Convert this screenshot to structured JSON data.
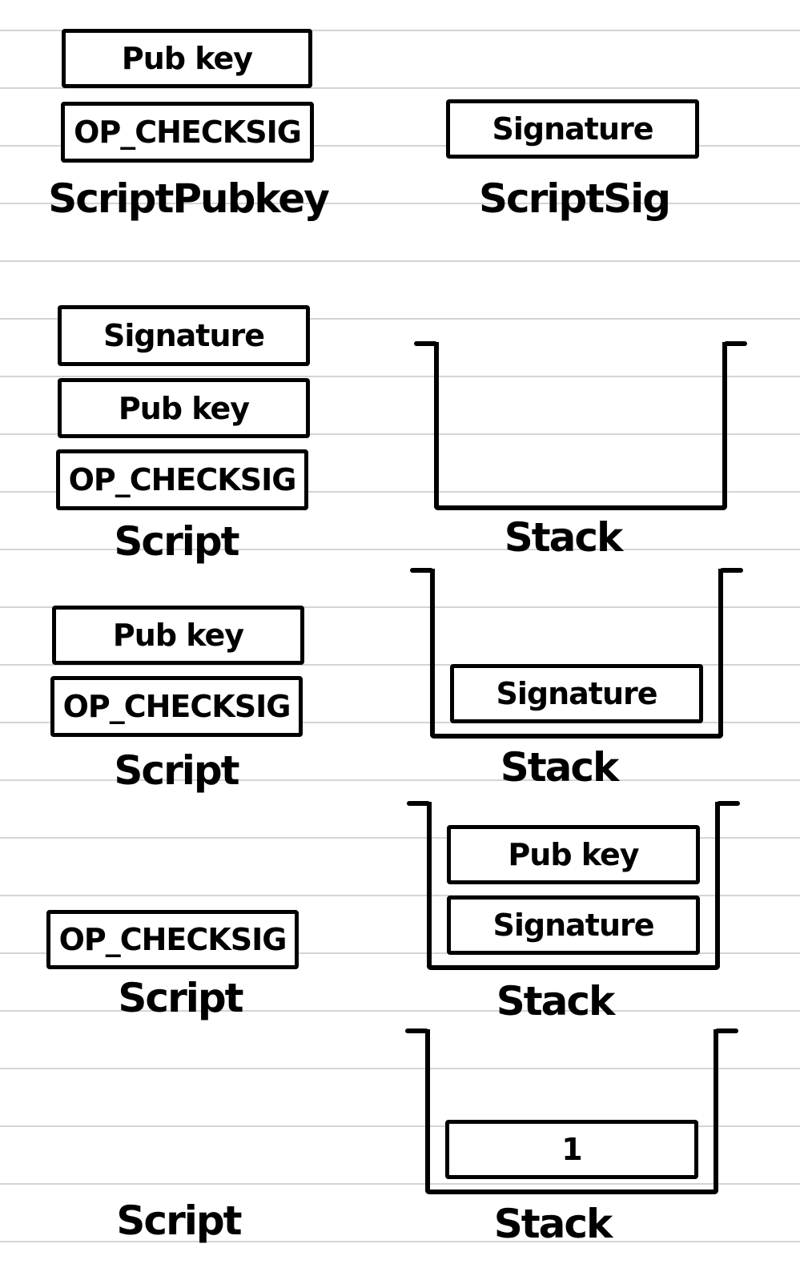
{
  "colors": {
    "ink": "#000000",
    "ruled_line": "#d4d4d4",
    "paper": "#ffffff"
  },
  "sections": [
    {
      "name": "scriptpubkey-and-scriptsig",
      "left": {
        "type": "script",
        "label": "ScriptPubkey",
        "items": [
          "Pub key",
          "OP_CHECKSIG"
        ]
      },
      "right": {
        "type": "script",
        "label": "ScriptSig",
        "items": [
          "Signature"
        ]
      }
    },
    {
      "name": "combined-script-start",
      "left": {
        "type": "script",
        "label": "Script",
        "items": [
          "Signature",
          "Pub key",
          "OP_CHECKSIG"
        ]
      },
      "right": {
        "type": "stack",
        "label": "Stack",
        "items": []
      }
    },
    {
      "name": "after-signature-pushed",
      "left": {
        "type": "script",
        "label": "Script",
        "items": [
          "Pub key",
          "OP_CHECKSIG"
        ]
      },
      "right": {
        "type": "stack",
        "label": "Stack",
        "items": [
          "Signature"
        ]
      }
    },
    {
      "name": "after-pubkey-pushed",
      "left": {
        "type": "script",
        "label": "Script",
        "items": [
          "OP_CHECKSIG"
        ]
      },
      "right": {
        "type": "stack",
        "label": "Stack",
        "items": [
          "Pub key",
          "Signature"
        ]
      }
    },
    {
      "name": "after-checksig",
      "left": {
        "type": "script",
        "label": "Script",
        "items": []
      },
      "right": {
        "type": "stack",
        "label": "Stack",
        "items": [
          "1"
        ]
      }
    }
  ]
}
